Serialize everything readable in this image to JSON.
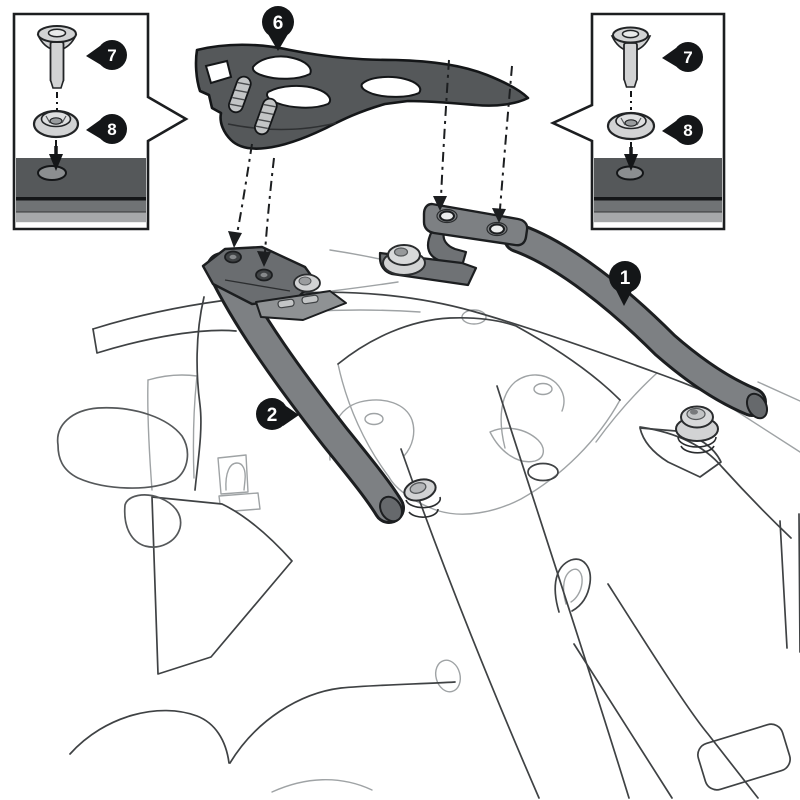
{
  "diagram": {
    "type": "technical-illustration",
    "subject": "motorcycle-rack-mounting-exploded-diagram",
    "background_color": "#ffffff",
    "palette": {
      "outline": "#1c1e20",
      "rail_gray": "#7d8083",
      "plate_gray": "#55585a",
      "metal_light": "#d2d3d4",
      "subframe_line_dark": "#3f4244",
      "subframe_line_light": "#9fa3a5",
      "section_band_dark": "#55585a",
      "section_band_mid": "#707375",
      "section_band_light": "#a6a8aa"
    },
    "callouts": {
      "rail_right": {
        "label": "1"
      },
      "rail_left": {
        "label": "2"
      },
      "top_plate": {
        "label": "6"
      },
      "inset_left_screw": {
        "label": "7"
      },
      "inset_left_washer": {
        "label": "8"
      },
      "inset_right_screw": {
        "label": "7"
      },
      "inset_right_washer": {
        "label": "8"
      }
    }
  }
}
